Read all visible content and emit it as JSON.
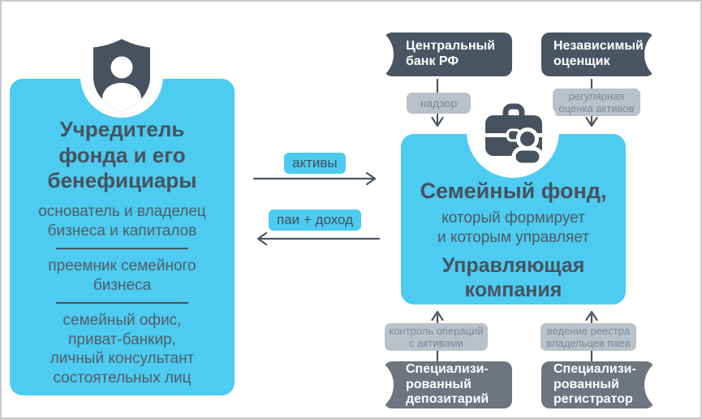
{
  "palette": {
    "cyan": "#4DCBF0",
    "slate_dark": "#4A5563",
    "slate_gray": "#6E757F",
    "relation_bg": "#B9C1CA",
    "relation_text": "#7E8A96"
  },
  "founder_card": {
    "title": "Учредитель\nфонда и его\nбенефициары",
    "items": [
      "основатель и владелец\nбизнеса и капиталов",
      "преемник семейного\nбизнеса",
      "семейный офис,\nприват-банкир,\nличный консультант\nсостоятельных лиц"
    ]
  },
  "flows": {
    "to_fund": "активы",
    "to_founder": "паи + доход"
  },
  "fund_card": {
    "title": "Семейный фонд,",
    "subtitle": "который формирует\nи которым управляет",
    "manager": "Управляющая\nкомпания"
  },
  "central_bank": {
    "name": "Центральный\nбанк РФ",
    "relation": "надзор"
  },
  "appraiser": {
    "name": "Независимый\nоценщик",
    "relation": "регулярная\nоценка активов"
  },
  "depositary": {
    "name": "Специализи-\nрованный\nдепозитарий",
    "relation": "контроль операций\nс активами"
  },
  "registrar": {
    "name": "Специализи-\nрованный\nрегистратор",
    "relation": "ведение реестра\nвладельцев паев"
  }
}
